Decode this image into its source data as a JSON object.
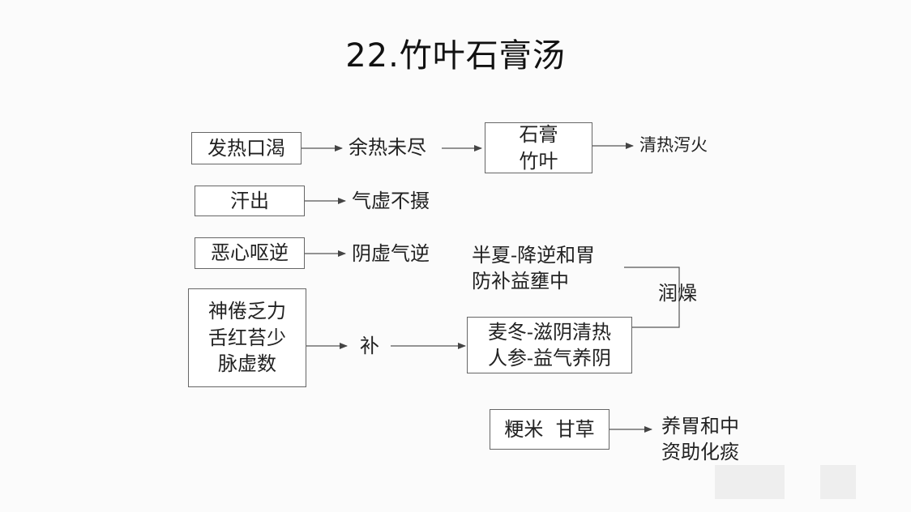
{
  "title": "22.竹叶石膏汤",
  "row1": {
    "symptom": "发热口渴",
    "cause": "余热未尽",
    "herbs": [
      "石膏",
      "竹叶"
    ],
    "effect": "清热泻火"
  },
  "row2": {
    "symptom": "汗出",
    "cause": "气虚不摄"
  },
  "row3": {
    "symptom": "恶心呕逆",
    "cause": "阴虚气逆",
    "herb_lines": [
      "半夏-降逆和胃",
      "防补益壅中"
    ]
  },
  "row4": {
    "symptom_lines": [
      "神倦乏力",
      "舌红苔少",
      "脉虚数"
    ],
    "cause": "补",
    "herb_lines": [
      "麦冬-滋阴清热",
      "人参-益气养阴"
    ],
    "bracket_label": "润燥"
  },
  "row5": {
    "herbs": "粳米  甘草",
    "effect_lines": [
      "养胃和中",
      "资助化痰"
    ]
  }
}
